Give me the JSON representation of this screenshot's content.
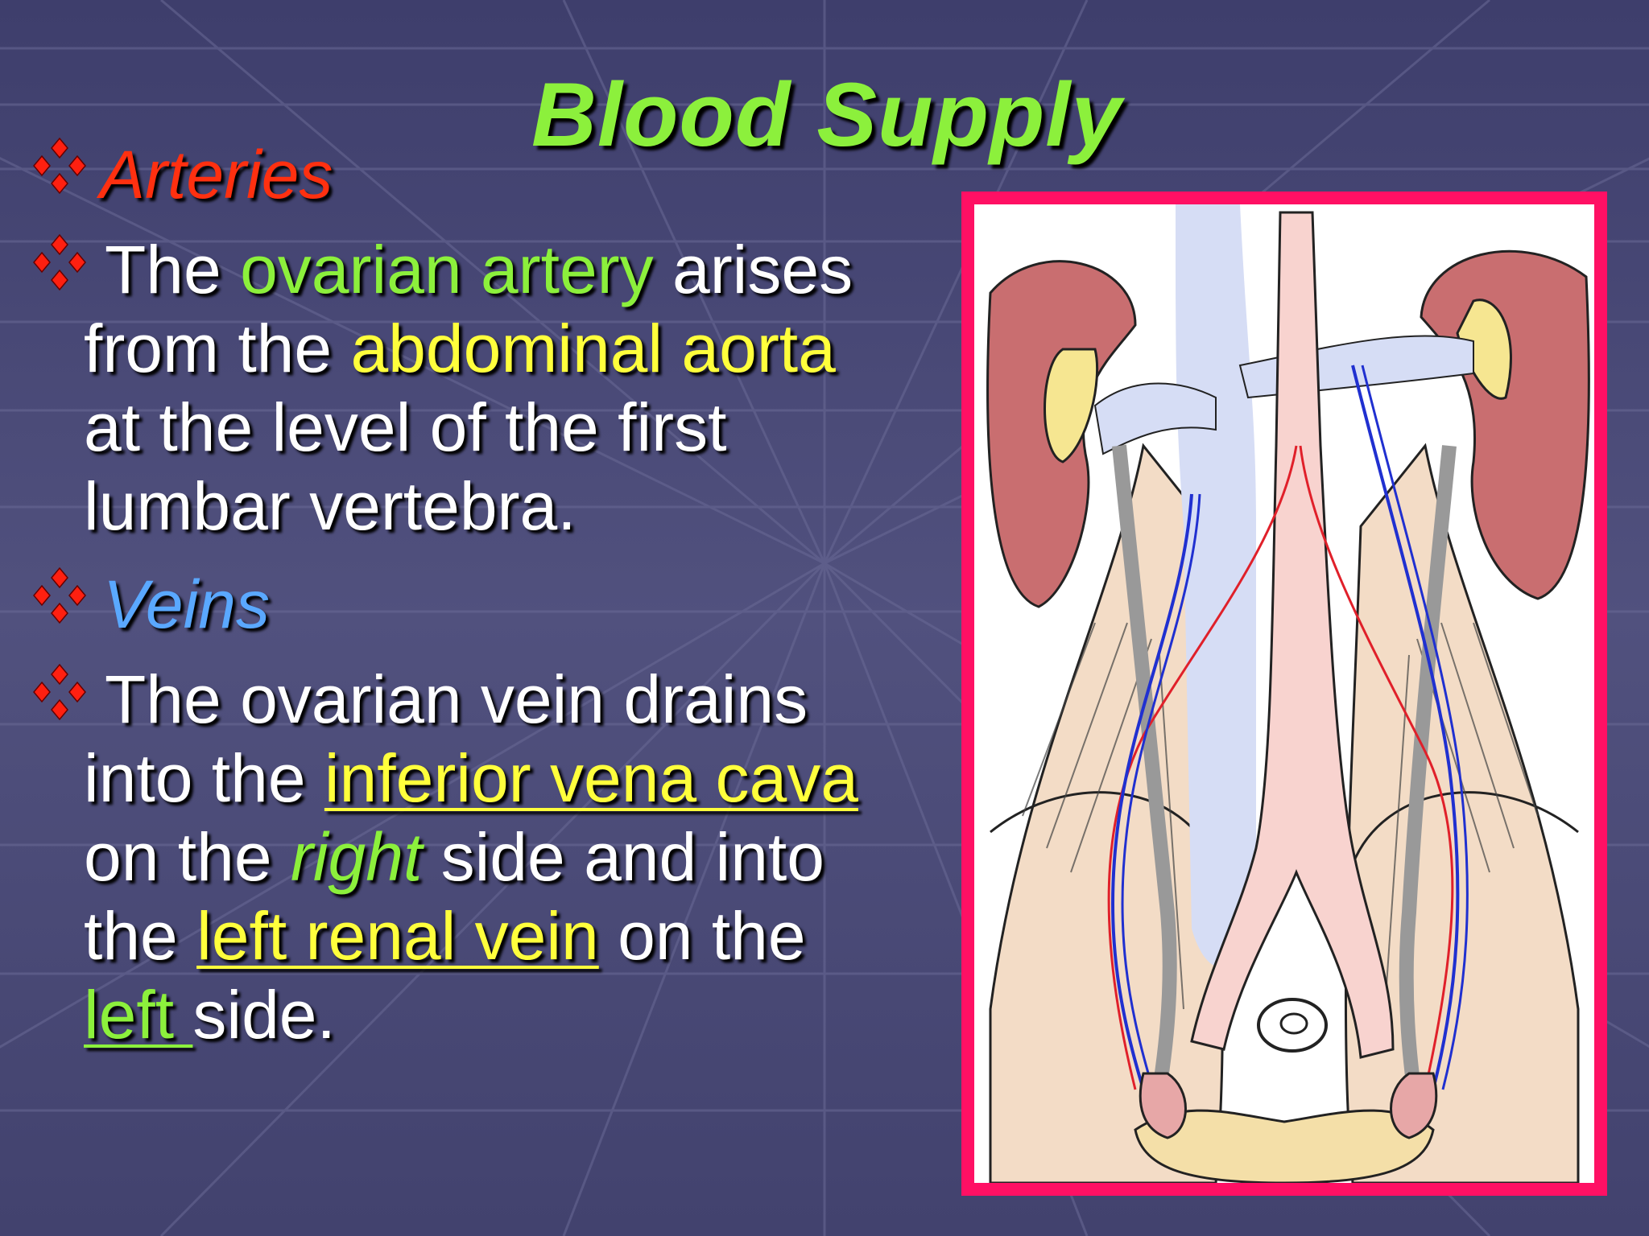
{
  "slide": {
    "title": "Blood Supply",
    "arteries": {
      "heading": "Arteries",
      "line1_a": "The ",
      "line1_b": "ovarian artery",
      "line1_c": " arises",
      "line2_a": "from the ",
      "line2_b": "abdominal aorta",
      "line3": "at the level of the first",
      "line4": "lumbar vertebra."
    },
    "veins": {
      "heading": "Veins",
      "line1": "The ovarian vein drains",
      "line2_a": "into the ",
      "line2_b": "inferior vena cava",
      "line3_a": "on the ",
      "line3_b": "right",
      "line3_c": " side and into",
      "line4_a": "the ",
      "line4_b": "left renal vein",
      "line4_c": " on the",
      "line5_a": "left ",
      "line5_b": "side."
    }
  },
  "colors": {
    "background": "#4a4a78",
    "title": "#8cf03c",
    "arteries_heading": "#ff3010",
    "veins_heading": "#5aa8ff",
    "highlight_green": "#8cf03c",
    "highlight_yellow": "#ffff3c",
    "bullet": "#ff2010",
    "figure_border": "#ff1064"
  },
  "icons": {
    "bullet": "four-diamond-bullet-icon"
  },
  "figure": {
    "subject": "anatomical-diagram-ovarian-blood-supply"
  }
}
